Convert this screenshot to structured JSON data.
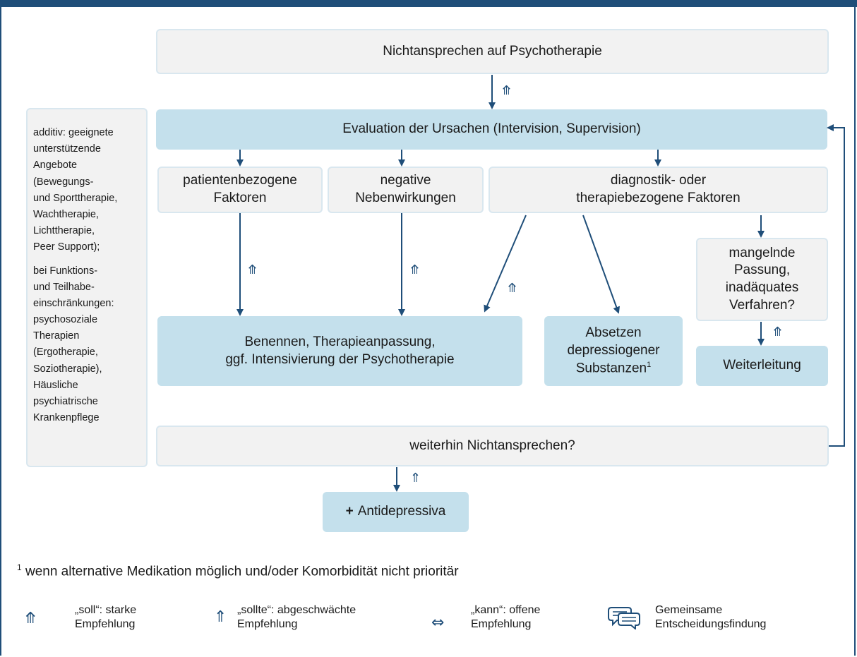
{
  "boxes": {
    "top": "Nichtansprechen auf Psychotherapie",
    "evaluation": "Evaluation der Ursachen (Intervision, Supervision)",
    "patient_line1": "patientenbezogene",
    "patient_line2": "Faktoren",
    "side_effects_line1": "negative",
    "side_effects_line2": "Nebenwirkungen",
    "diagnostic_line1": "diagnostik- oder",
    "diagnostic_line2": "therapiebezogene Faktoren",
    "naming_line1": "Benennen, Therapieanpassung,",
    "naming_line2": "ggf. Intensivierung der Psychotherapie",
    "discontinue_line1": "Absetzen",
    "discontinue_line2": "depressiogener",
    "discontinue_line3": "Substanzen",
    "discontinue_sup": "1",
    "mismatch_line1": "mangelnde",
    "mismatch_line2": "Passung,",
    "mismatch_line3": "inadäquates",
    "mismatch_line4": "Verfahren?",
    "referral": "Weiterleitung",
    "still_no_response": "weiterhin Nichtansprechen?",
    "antidepressants_plus": "+",
    "antidepressants": "Antidepressiva"
  },
  "sidebar": {
    "paragraph1": [
      "additiv: geeignete",
      "unterstützende",
      "Angebote",
      "(Bewegungs-",
      "und Sporttherapie,",
      "Wachtherapie,",
      "Lichttherapie,",
      "Peer Support);"
    ],
    "paragraph2": [
      "bei Funktions-",
      "und Teilhabe-",
      "einschränkungen:",
      "psychosoziale",
      "Therapien",
      "(Ergotherapie,",
      "Soziotherapie),",
      "Häusliche",
      "psychiatrische",
      "Krankenpflege"
    ]
  },
  "symbols": {
    "strong": "⤊",
    "weak": "⇑",
    "open": "⇔"
  },
  "footnote": {
    "marker": "1",
    "text": "wenn alternative Medikation möglich und/oder Komorbidität nicht prioritär"
  },
  "legend": {
    "strong_line1": "„soll“: starke",
    "strong_line2": "Empfehlung",
    "weak_line1": "„sollte“: abgeschwächte",
    "weak_line2": "Empfehlung",
    "open_line1": "„kann“: offene",
    "open_line2": "Empfehlung",
    "shared_line1": "Gemeinsame",
    "shared_line2": "Entscheidungsfindung",
    "shared_icon": "speech-bubbles-icon"
  },
  "colors": {
    "frame": "#1f4e79",
    "arrow": "#1f4e79",
    "grey_box": "#f2f2f2",
    "blue_box": "#c4e0ec"
  }
}
